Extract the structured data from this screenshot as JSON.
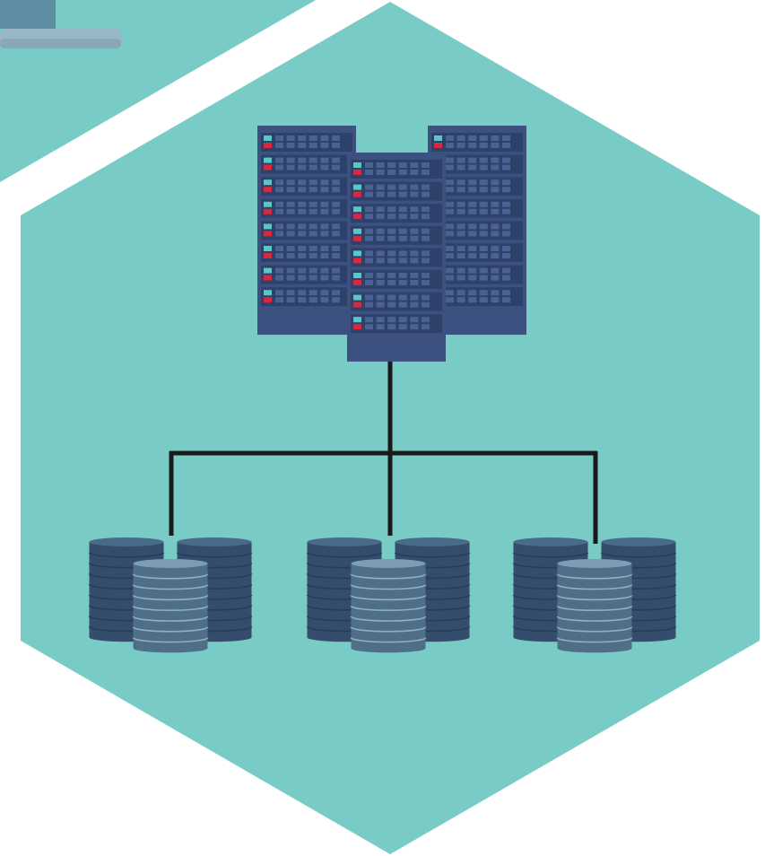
{
  "diagram": {
    "description_free": true,
    "nodes": {
      "server_racks": 3,
      "database_groups": 3,
      "disks_per_stack_back": 9,
      "disks_per_stack_front": 8
    },
    "colors": {
      "background": "#ffffff",
      "hexagon": "#78ccc5",
      "rack_body": "#3c5180",
      "rack_slot": "#2e416b",
      "rack_cell": "#4a6291",
      "led_teal": "#5fc4c6",
      "led_red": "#d6283f",
      "connector": "#1a1a1a",
      "disk_back": "#344d6c",
      "disk_back_top": "#4a6a8a",
      "disk_front": "#4f6e88",
      "disk_front_top": "#7d9db6",
      "disk_line": "#8fb0c8",
      "laptop_screen": "#5e8ea4",
      "laptop_base": "#9ab7c7"
    }
  }
}
